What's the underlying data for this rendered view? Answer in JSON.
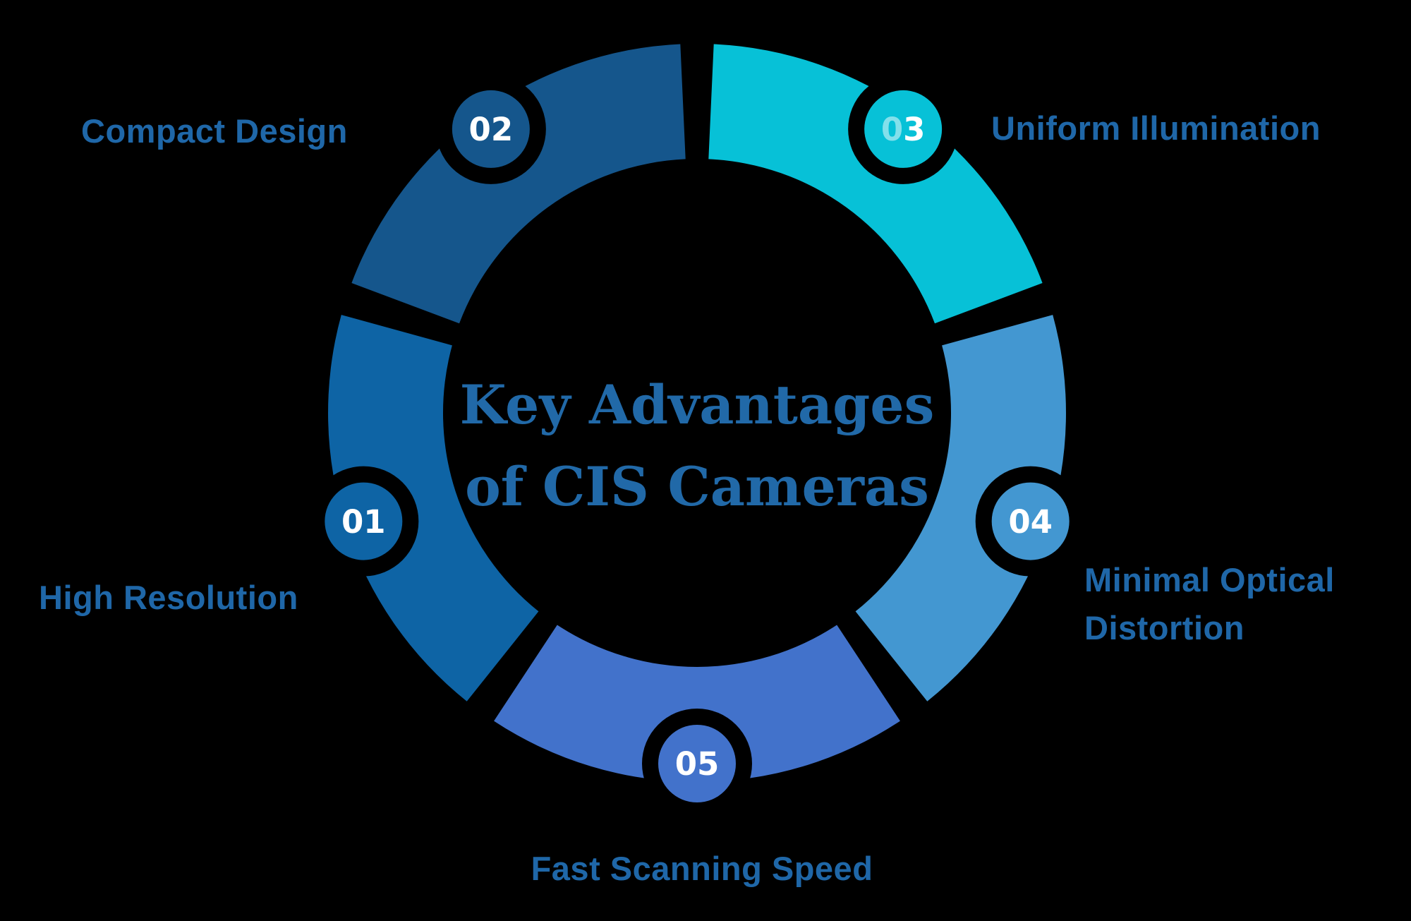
{
  "background_color": "#000000",
  "title": {
    "line1": "Key Advantages",
    "line2": "of CIS Cameras",
    "color": "#2169A8"
  },
  "chart_data": {
    "type": "pie",
    "subtype": "donut-segment-infographic",
    "title": "Key Advantages of CIS Cameras",
    "segments_equal": true,
    "segment_sweep_deg": 72,
    "gap_deg": 5.2,
    "order_clockwise_from_top": [
      "03",
      "04",
      "05",
      "01",
      "02"
    ],
    "badge_text_color": "#FFFFFF",
    "label_color": "#1F67A8",
    "segments": [
      {
        "number": "01",
        "label": "High Resolution",
        "color": "#0E64A5",
        "start_deg": 216,
        "end_deg": 288,
        "badge_mid_deg": 252,
        "soft_zero": false
      },
      {
        "number": "02",
        "label": "Compact Design",
        "color": "#15568C",
        "start_deg": 288,
        "end_deg": 360,
        "badge_mid_deg": 324,
        "soft_zero": false
      },
      {
        "number": "03",
        "label": "Uniform Illumination",
        "color": "#07C1D7",
        "start_deg": 0,
        "end_deg": 72,
        "badge_mid_deg": 36,
        "soft_zero": true
      },
      {
        "number": "04",
        "label": "Minimal Optical Distortion",
        "color": "#4397D1",
        "start_deg": 72,
        "end_deg": 144,
        "badge_mid_deg": 108,
        "soft_zero": false
      },
      {
        "number": "05",
        "label": "Fast Scanning Speed",
        "color": "#4272CB",
        "start_deg": 144,
        "end_deg": 216,
        "badge_mid_deg": 180,
        "soft_zero": false
      }
    ]
  }
}
